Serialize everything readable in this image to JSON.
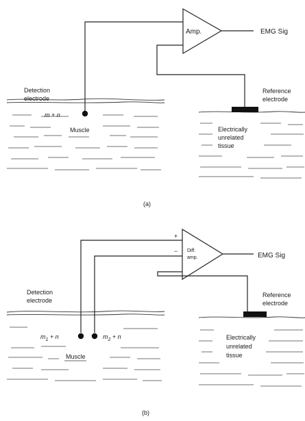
{
  "panel_a": {
    "amp_label": "Amp.",
    "output_label": "EMG Sig",
    "detection_label_line1": "Detection",
    "detection_label_line2": "electrode",
    "reference_label_line1": "Reference",
    "reference_label_line2": "electrode",
    "signal_label": "m + n",
    "muscle_label": "Muscle",
    "tissue_line1": "Electrically",
    "tissue_line2": "unrelated",
    "tissue_line3": "tissue",
    "caption": "(a)"
  },
  "panel_b": {
    "amp_label_line1": "Diff.",
    "amp_label_line2": "amp.",
    "plus_label": "+",
    "minus_label": "−",
    "output_label": "EMG Sig",
    "detection_label_line1": "Detection",
    "detection_label_line2": "electrode",
    "reference_label_line1": "Reference",
    "reference_label_line2": "electrode",
    "signal1_m": "m",
    "signal1_sub": "1",
    "signal1_rest": " + n",
    "signal2_m": "m",
    "signal2_sub": "2",
    "signal2_rest": " + n",
    "muscle_label": "Muscle",
    "tissue_line1": "Electrically",
    "tissue_line2": "unrelated",
    "tissue_line3": "tissue",
    "caption": "(b)"
  }
}
